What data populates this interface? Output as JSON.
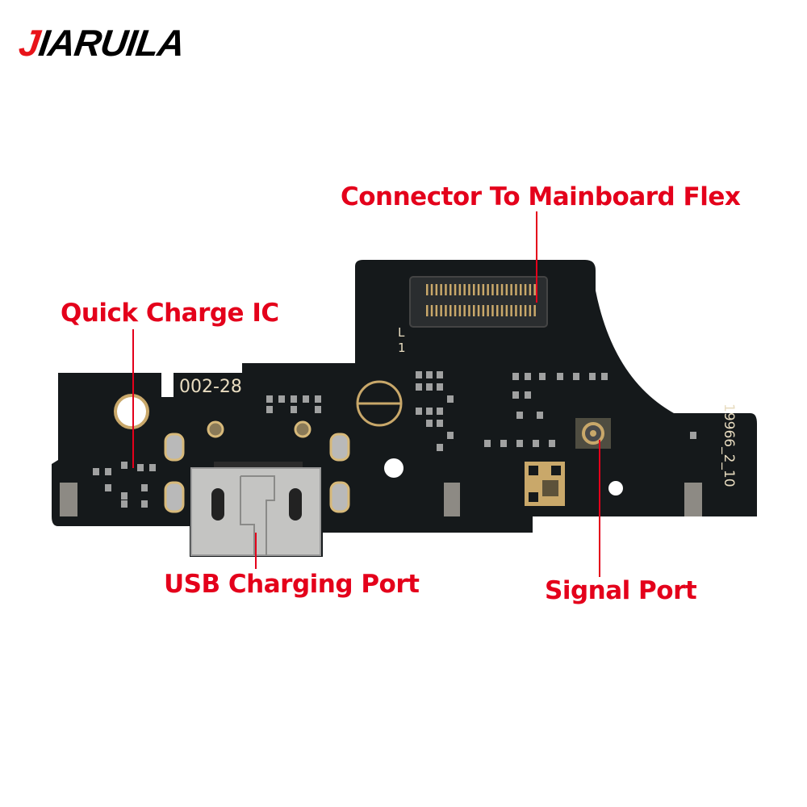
{
  "brand": {
    "logo_first": "J",
    "logo_rest": "IARUILA"
  },
  "labels": {
    "connector": "Connector To Mainboard Flex",
    "quick_charge": "Quick Charge IC",
    "usb_port": "USB Charging Port",
    "signal_port": "Signal Port"
  },
  "silkscreen": {
    "board_code": "002-28",
    "mark_l": "L",
    "mark_1": "1",
    "part_number": "19966_2_10"
  },
  "colors": {
    "label_red": "#e4001b",
    "board": "#15191b",
    "gold": "#c9a86a"
  }
}
